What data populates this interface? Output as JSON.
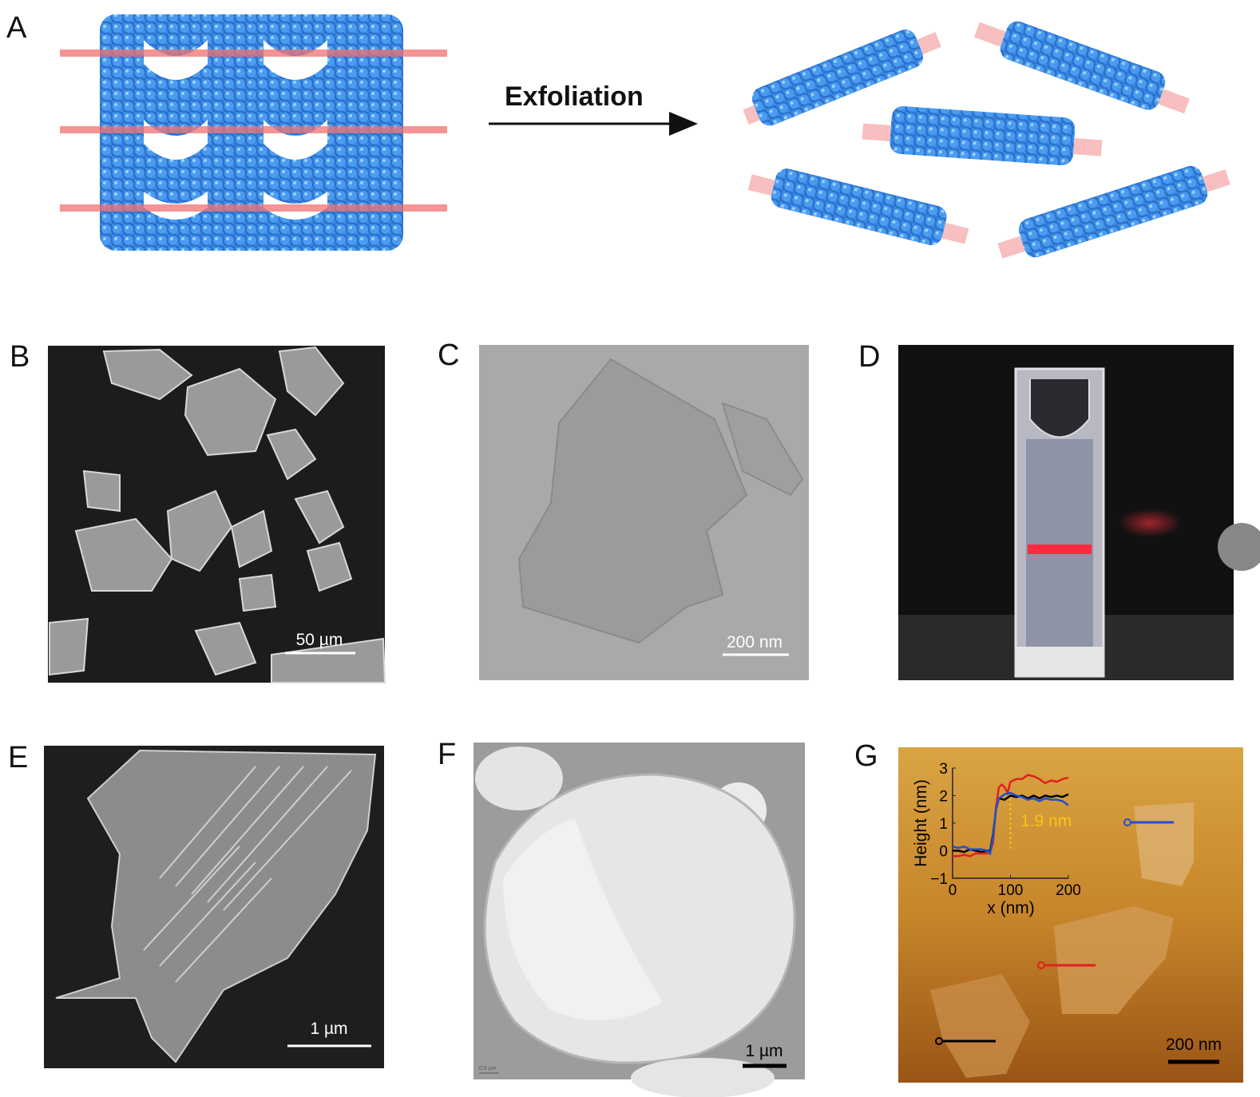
{
  "panels": {
    "A": {
      "label": "A",
      "arrow_text": "Exfoliation"
    },
    "B": {
      "label": "B",
      "scale_bar": "50 µm"
    },
    "C": {
      "label": "C",
      "scale_bar": "200 nm"
    },
    "D": {
      "label": "D"
    },
    "E": {
      "label": "E",
      "scale_bar": "1 µm"
    },
    "F": {
      "label": "F",
      "scale_bar": "1 µm",
      "small_scale": "0.5 µm"
    },
    "G": {
      "label": "G",
      "scale_bar": "200 nm"
    }
  },
  "colors": {
    "framework": "#2f7fd8",
    "layer_plane": "#f08080",
    "afm_bg": "#c98a2a",
    "step_annotation": "#f5c518"
  },
  "chart_data": {
    "type": "line",
    "xlabel": "x (nm)",
    "ylabel": "Height (nm)",
    "xlim": [
      0,
      200
    ],
    "ylim": [
      -1,
      3
    ],
    "xticks": [
      0,
      100,
      200
    ],
    "yticks": [
      -1,
      0,
      1,
      2,
      3
    ],
    "annotation": "1.9 nm",
    "series": [
      {
        "color": "#000000",
        "x": [
          0,
          10,
          20,
          30,
          40,
          50,
          60,
          65,
          70,
          75,
          80,
          90,
          100,
          110,
          120,
          130,
          140,
          150,
          160,
          170,
          180,
          190,
          200
        ],
        "y": [
          0.0,
          0.0,
          -0.05,
          0.05,
          0.0,
          -0.05,
          0.0,
          0.0,
          0.6,
          1.5,
          1.9,
          1.85,
          2.0,
          1.95,
          2.0,
          1.9,
          2.0,
          1.9,
          2.0,
          1.95,
          2.0,
          1.95,
          2.05
        ]
      },
      {
        "color": "#e02020",
        "x": [
          0,
          10,
          20,
          30,
          40,
          50,
          60,
          65,
          70,
          75,
          80,
          85,
          90,
          95,
          100,
          110,
          120,
          130,
          140,
          150,
          160,
          170,
          180,
          190,
          200
        ],
        "y": [
          -0.2,
          -0.2,
          -0.15,
          -0.2,
          -0.1,
          -0.1,
          -0.1,
          -0.05,
          0.3,
          1.6,
          2.3,
          2.4,
          2.3,
          2.1,
          2.5,
          2.6,
          2.6,
          2.75,
          2.7,
          2.6,
          2.45,
          2.55,
          2.5,
          2.6,
          2.65
        ]
      },
      {
        "color": "#2050d0",
        "x": [
          0,
          10,
          20,
          30,
          40,
          50,
          60,
          65,
          70,
          75,
          80,
          90,
          100,
          110,
          120,
          130,
          140,
          150,
          160,
          170,
          180,
          190,
          200
        ],
        "y": [
          0.15,
          0.1,
          0.15,
          0.05,
          0.05,
          0.05,
          0.0,
          -0.1,
          0.5,
          1.5,
          1.9,
          2.05,
          2.1,
          2.0,
          1.95,
          1.85,
          1.9,
          1.8,
          1.9,
          1.85,
          1.85,
          1.8,
          1.65
        ]
      }
    ]
  }
}
